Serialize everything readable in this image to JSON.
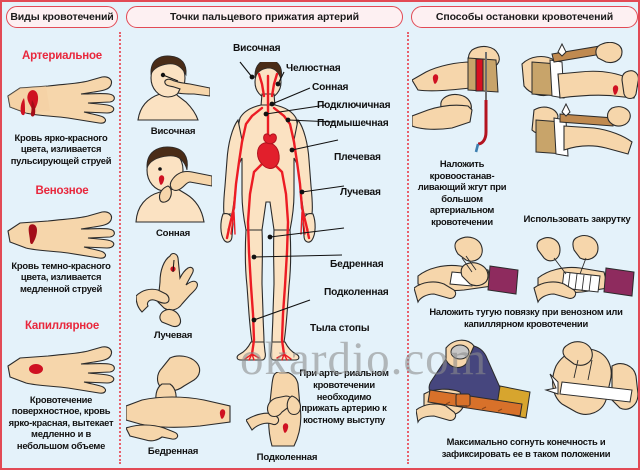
{
  "poster": {
    "watermark": "okardio.com",
    "accent_color": "#e24a55",
    "background_color": "#e4f2fa",
    "title_color": "#e8273c"
  },
  "columns": [
    {
      "header": "Виды кровотечений"
    },
    {
      "header": "Точки пальцевого прижатия артерий"
    },
    {
      "header": "Способы остановки кровотечений"
    }
  ],
  "bleeding_types": [
    {
      "title": "Артериальное",
      "description": "Кровь ярко-красного цвета, изливается пульсирующей струей"
    },
    {
      "title": "Венозное",
      "description": "Кровь темно-красного цвета, изливается медленной струей"
    },
    {
      "title": "Капиллярное",
      "description": "Кровотечение поверхностное, кровь ярко-красная, вытекает медленно и в небольшом объеме"
    }
  ],
  "pressure_points": {
    "thumbnails": [
      {
        "caption": "Височная"
      },
      {
        "caption": "Сонная"
      },
      {
        "caption": "Лучевая"
      },
      {
        "caption": "Бедренная"
      },
      {
        "caption": "Подколенная"
      }
    ],
    "annotations": [
      {
        "label": "Височная"
      },
      {
        "label": "Челюстная"
      },
      {
        "label": "Сонная"
      },
      {
        "label": "Подключичная"
      },
      {
        "label": "Подмышечная"
      },
      {
        "label": "Плечевая"
      },
      {
        "label": "Лучевая"
      },
      {
        "label": "Бедренная"
      },
      {
        "label": "Подколенная"
      },
      {
        "label": "Тыла стопы"
      }
    ],
    "note": "При арте- риальном кровотечении необходимо прижать артерию к костному выступу"
  },
  "stop_methods": [
    {
      "caption": "Наложить кровоостанав- ливающий жгут при большом артериальном кровотечении"
    },
    {
      "caption": "Использовать закрутку"
    },
    {
      "caption": "Наложить тугую повязку при венозном или капиллярном кровотечении"
    },
    {
      "caption": "Максимально согнуть конечность и зафиксировать ее в таком положении"
    }
  ]
}
